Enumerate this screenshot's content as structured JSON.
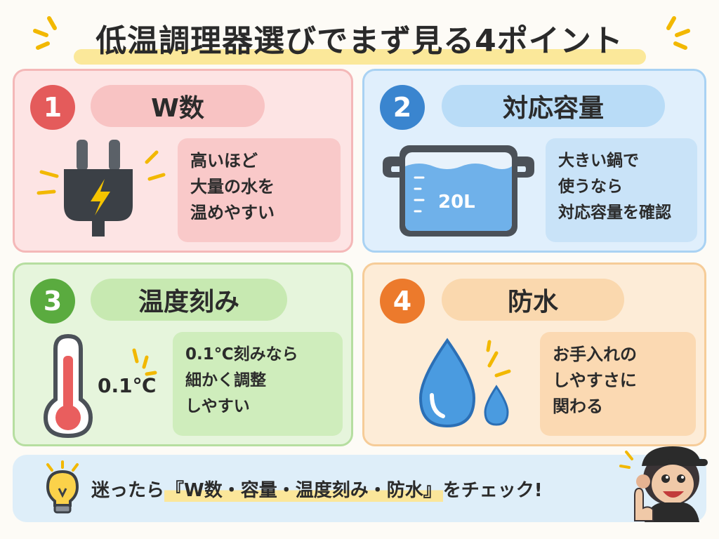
{
  "title": "低温調理器選びでまず見る4ポイント",
  "colors": {
    "point1": "#e45b5b",
    "point2": "#3a85cf",
    "point3": "#5aab3f",
    "point4": "#ec7a2c",
    "highlight": "#fbe69a"
  },
  "points": [
    {
      "number": "1",
      "heading": "W数",
      "icon": "power-plug-icon",
      "note": [
        "高いほど",
        "大量の水を",
        "温めやすい"
      ]
    },
    {
      "number": "2",
      "heading": "対応容量",
      "icon": "pot-icon",
      "icon_label": "20L",
      "note": [
        "大きい鍋で",
        "使うなら",
        "対応容量を確認"
      ]
    },
    {
      "number": "3",
      "heading": "温度刻み",
      "icon": "thermometer-icon",
      "icon_label": "0.1℃",
      "note": [
        "0.1℃刻みなら",
        "細かく調整",
        "しやすい"
      ]
    },
    {
      "number": "4",
      "heading": "防水",
      "icon": "water-drop-icon",
      "note": [
        "お手入れの",
        "しやすさに",
        "関わる"
      ]
    }
  ],
  "footer": {
    "icon": "lightbulb-icon",
    "prefix": "迷ったら",
    "highlight": "『W数・容量・温度刻み・防水』",
    "suffix": "をチェック!",
    "mascot": "monkey-mascot-icon"
  }
}
